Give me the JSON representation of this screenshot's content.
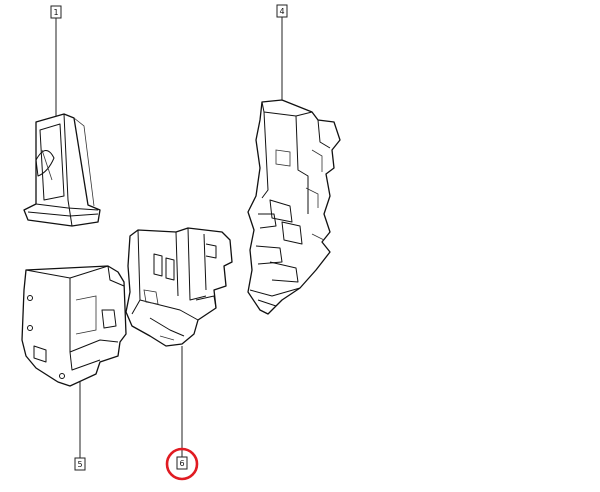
{
  "callouts": [
    {
      "id": "1",
      "label": "1"
    },
    {
      "id": "4",
      "label": "4"
    },
    {
      "id": "5",
      "label": "5"
    },
    {
      "id": "6",
      "label": "6"
    }
  ],
  "highlight": {
    "callout": "6",
    "color": "#e01b22"
  }
}
